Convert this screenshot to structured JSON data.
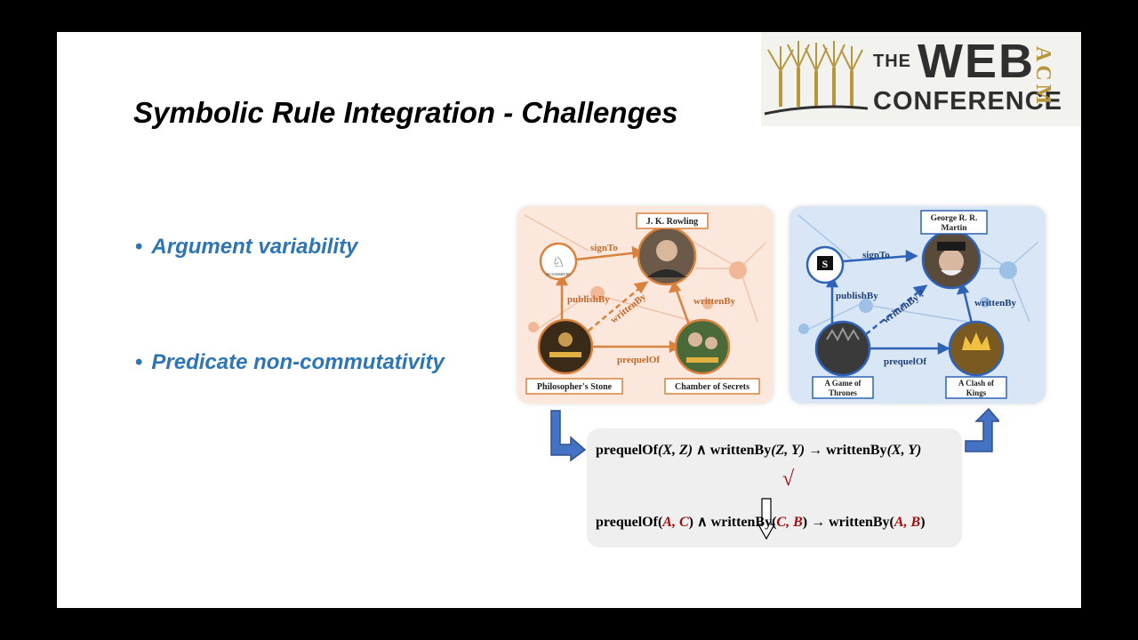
{
  "slide": {
    "title": "Symbolic Rule Integration - Challenges",
    "bullets": [
      {
        "text": "Argument variability"
      },
      {
        "text": "Predicate non-commutativity"
      }
    ]
  },
  "logo": {
    "the": "THE",
    "web": "WEB",
    "conference": "CONFERENCE",
    "acm": "ACM"
  },
  "left_graph": {
    "author": "J. K. Rowling",
    "book1": "Philosopher's Stone",
    "book2": "Chamber of Secrets",
    "publisher_caption": "BLOOMSBURY",
    "edges": {
      "signTo": "signTo",
      "publishBy": "publishBy",
      "writtenBy_dashed": "writtenBy",
      "writtenBy": "writtenBy",
      "prequelOf": "prequelOf"
    },
    "accent": "#d9823e"
  },
  "right_graph": {
    "author": "George R. R. Martin",
    "book1": "A Game of Thrones",
    "book2": "A Clash of Kings",
    "edges": {
      "signTo": "signTo",
      "publishBy": "publishBy",
      "writtenBy_dashed": "writtenBy ?",
      "writtenBy": "writtenBy",
      "prequelOf": "prequelOf"
    },
    "accent": "#2e63b8"
  },
  "rules": {
    "general": {
      "p1": "prequelOf",
      "a1": "(X, Z)",
      "and": " ∧ ",
      "p2": "writtenBy",
      "a2": "(Z, Y)",
      "arrow": " → ",
      "p3": "writtenBy",
      "a3": "(X, Y)"
    },
    "check": "√",
    "instance": {
      "p1": "prequelOf",
      "a1a": "(",
      "a1": "A, C",
      "a1b": ")",
      "and": " ∧ ",
      "p2": "writtenBy",
      "a2a": "(",
      "a2": "C, B",
      "a2b": ")",
      "arrow": " → ",
      "p3": "writtenBy",
      "a3a": "(",
      "a3": "A, B",
      "a3b": ")"
    }
  }
}
